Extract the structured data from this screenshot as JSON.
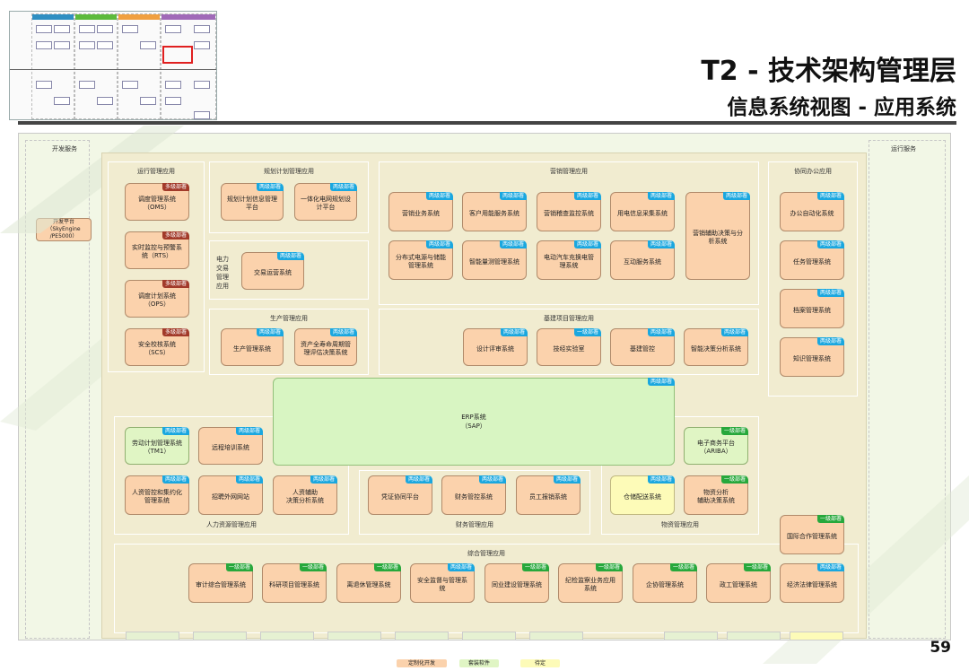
{
  "title": {
    "line1": "T2 - 技术架构管理层",
    "line2": "信息系统视图 - 应用系统"
  },
  "page_number": "59",
  "colors": {
    "box": "#fbd2ac",
    "green_box": "#e0f5c4",
    "yellow_box": "#fdfbb8",
    "tag_blue": "#1aa7df",
    "tag_green": "#27a83c",
    "tag_red": "#a23a2a",
    "erp": "#d8f5c2"
  },
  "side": {
    "left_label": "开发服务",
    "right_label": "运行服务",
    "dev_platform": "开发平台\n（SkyEngine\n/PE5000）"
  },
  "regions": {
    "ops": "运行管理应用",
    "planning": "规划计划管理应用",
    "marketing": "营销管理应用",
    "office": "协同办公应用",
    "power_trade": "电力\n交易\n管理\n应用",
    "production": "生产管理应用",
    "infrastructure": "基建项目管理应用",
    "hr": "人力资源管理应用",
    "finance": "财务管理应用",
    "materials": "物资管理应用",
    "integrated": "综合管理应用"
  },
  "tags": {
    "multi": "多级部署",
    "two": "两级部署",
    "one": "一级部署"
  },
  "systems": {
    "oms": "调度管理系统\n（OMS）",
    "rts": "实时监控与预警系\n统（RTS）",
    "ops": "调度计划系统\n（OPS）",
    "scs": "安全校核系统\n（SCS）",
    "plan_info": "规划计划信息管理\n平台",
    "grid_plan": "一体化电网规划设\n计平台",
    "trade": "交易运营系统",
    "prod_mgmt": "生产管理系统",
    "asset": "资产全寿命周期管\n理评估决策系统",
    "mk1": "营销业务系统",
    "mk2": "客户用能服务系统",
    "mk3": "营销稽查监控系统",
    "mk4": "用电信息采集系统",
    "mk5": "营销辅助决策与分\n析系统",
    "mk6": "分布式电源与储能\n管理系统",
    "mk7": "智能量测管理系统",
    "mk8": "电动汽车充换电管\n理系统",
    "mk9": "互动服务系统",
    "of1": "办公自动化系统",
    "of2": "任务管理系统",
    "of3": "档案管理系统",
    "of4": "知识管理系统",
    "inf1": "设计评审系统",
    "inf2": "技经实验室",
    "inf3": "基建管控",
    "inf4": "智能决策分析系统",
    "erp_name": "ERP系统",
    "erp_sub": "（SAP）",
    "hr1": "劳动计划管理系统\n（TM1）",
    "hr2": "远程培训系统",
    "hr3": "人资管控和集约化\n管理系统",
    "hr4": "招聘外网网站",
    "hr5": "人资辅助\n决策分析系统",
    "fin1": "凭证协同平台",
    "fin2": "财务管控系统",
    "fin3": "员工报销系统",
    "mat1": "电子商务平台\n（ARIBA）",
    "mat2": "仓储配送系统",
    "mat3": "物资分析\n辅助决策系统",
    "intl": "国际合作管理系统",
    "int1": "审计综合管理系统",
    "int2": "科研项目管理系统",
    "int3": "离退休管理系统",
    "int4": "安全监督与管理系\n统",
    "int5": "同业建设管理系统",
    "int6": "纪检监察业务应用\n系统",
    "int7": "企协管理系统",
    "int8": "政工管理系统",
    "int9": "经济法律管理系统"
  },
  "legend": {
    "custom": "定制化开发",
    "package": "套装软件",
    "other": "待定"
  }
}
